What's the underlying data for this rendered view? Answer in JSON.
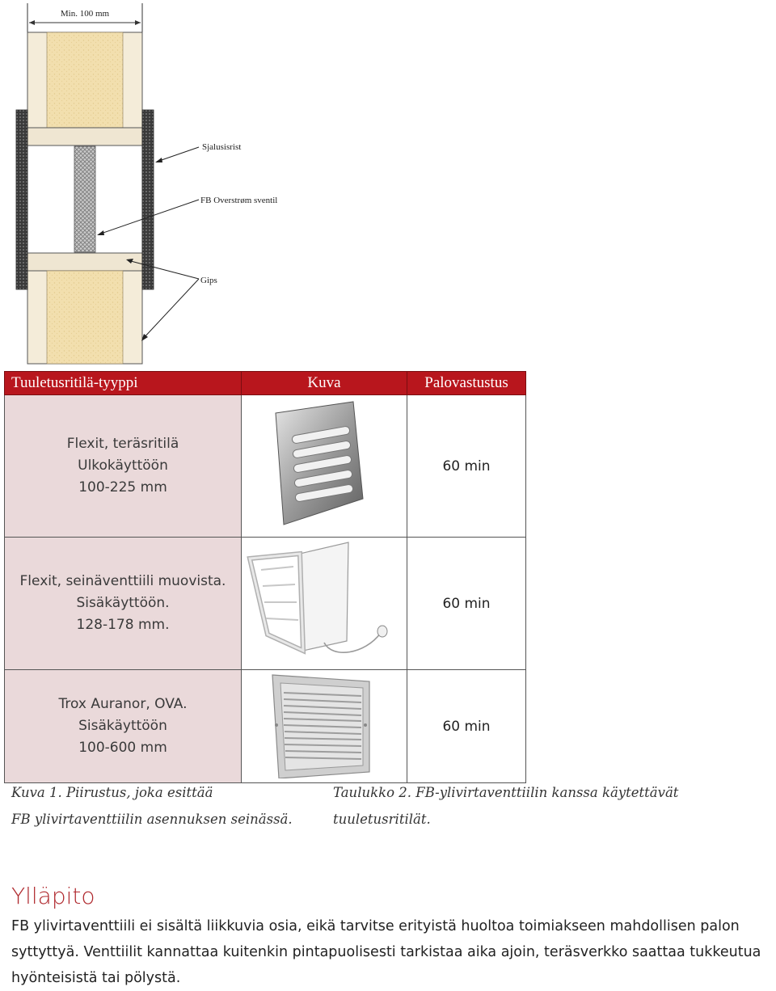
{
  "drawing": {
    "dimension_label": "Min. 100 mm",
    "labels": [
      "Sjalusisrist",
      "FB Overstrøm sventil",
      "Gips"
    ]
  },
  "table": {
    "headers": [
      "Tuuletusritilä-tyyppi",
      "Kuva",
      "Palovastustus"
    ],
    "rows": [
      {
        "type_lines": [
          "Flexit, teräsritilä",
          "Ulkokäyttöön",
          "100-225 mm"
        ],
        "picture": "louvre-grille-icon",
        "rating": "60 min"
      },
      {
        "type_lines": [
          "Flexit, seinäventtiili muovista.",
          "Sisäkäyttöön.",
          "128-178 mm."
        ],
        "picture": "wall-valve-icon",
        "rating": "60 min"
      },
      {
        "type_lines": [
          "Trox Auranor, OVA.",
          "Sisäkäyttöön",
          "100-600 mm"
        ],
        "picture": "trox-grille-icon",
        "rating": "60 min"
      }
    ]
  },
  "captions": {
    "figure": [
      "Kuva 1. Piirustus, joka esittää",
      "FB ylivirtaventtiilin asennuksen seinässä."
    ],
    "table": [
      "Taulukko 2. FB-ylivirtaventtiilin kanssa käytettävät",
      "tuuletusritilät."
    ]
  },
  "section": {
    "heading": "Ylläpito",
    "paragraph": "FB ylivirtaventtiili ei sisältä liikkuvia osia, eikä tarvitse erityistä huoltoa toimiakseen mahdollisen palon syttyttyä. Venttiilit kannattaa kuitenkin pintapuolisesti tarkistaa aika ajoin, teräsverkko saattaa tukkeutua hyönteisistä tai pölystä."
  }
}
